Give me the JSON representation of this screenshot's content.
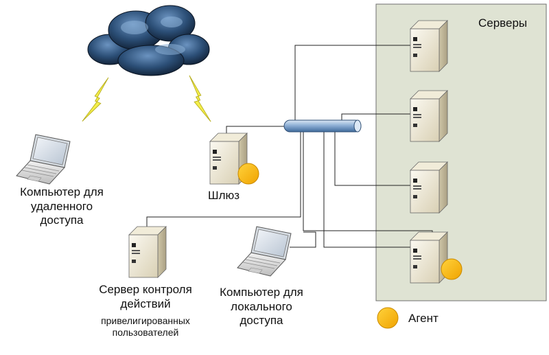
{
  "servers_zone": {
    "title": "Серверы",
    "fill": "#dfe3d3",
    "border": "#6f6f6f"
  },
  "labels": {
    "remote_pc": [
      "Компьютер для",
      "удаленного",
      "доступа"
    ],
    "gateway": "Шлюз",
    "control_server": [
      "Сервер контроля",
      "действий"
    ],
    "control_server_sub": [
      "привелигированных",
      "пользователей"
    ],
    "local_pc": [
      "Компьютер для",
      "локального",
      "доступа"
    ]
  },
  "legend": {
    "agent_label": "Агент",
    "agent_color": "#f5b800"
  },
  "icons": [
    "cloud-icon",
    "lightning-icon",
    "laptop-icon",
    "server-icon",
    "network-bus-icon",
    "agent-icon"
  ],
  "colors": {
    "line": "#222222",
    "bus": "#6f96c2",
    "server_body": "#e9e3cf",
    "bolt": "#f4ef4a"
  }
}
